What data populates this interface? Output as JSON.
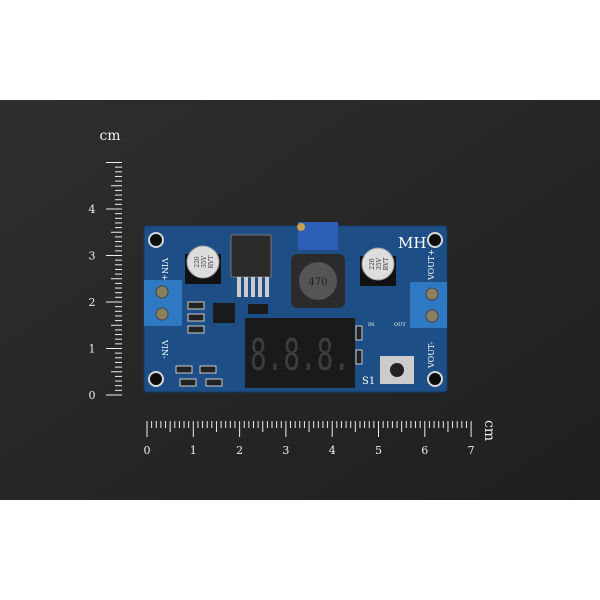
{
  "ruler_vertical": {
    "unit": "cm",
    "labels": [
      "0",
      "1",
      "2",
      "3",
      "4"
    ]
  },
  "ruler_horizontal": {
    "unit": "cm",
    "labels": [
      "0",
      "1",
      "2",
      "3",
      "4",
      "5",
      "6",
      "7"
    ]
  },
  "board": {
    "brand": "MH",
    "terminals": {
      "vin_plus": "VIN+",
      "vin_minus": "VIN-",
      "vout_plus": "VOUT+",
      "vout_minus": "VOUT-"
    },
    "capacitor_marking": [
      "220",
      "35V",
      "RVT"
    ],
    "inductor_marking": "470",
    "led_labels": {
      "in": "IN",
      "out": "OUT"
    },
    "switch_label": "S1",
    "display_text": "8.8.8."
  },
  "colors": {
    "background": "#2a2a2a",
    "pcb": "#1d4f86",
    "terminal": "#2f78c4"
  }
}
